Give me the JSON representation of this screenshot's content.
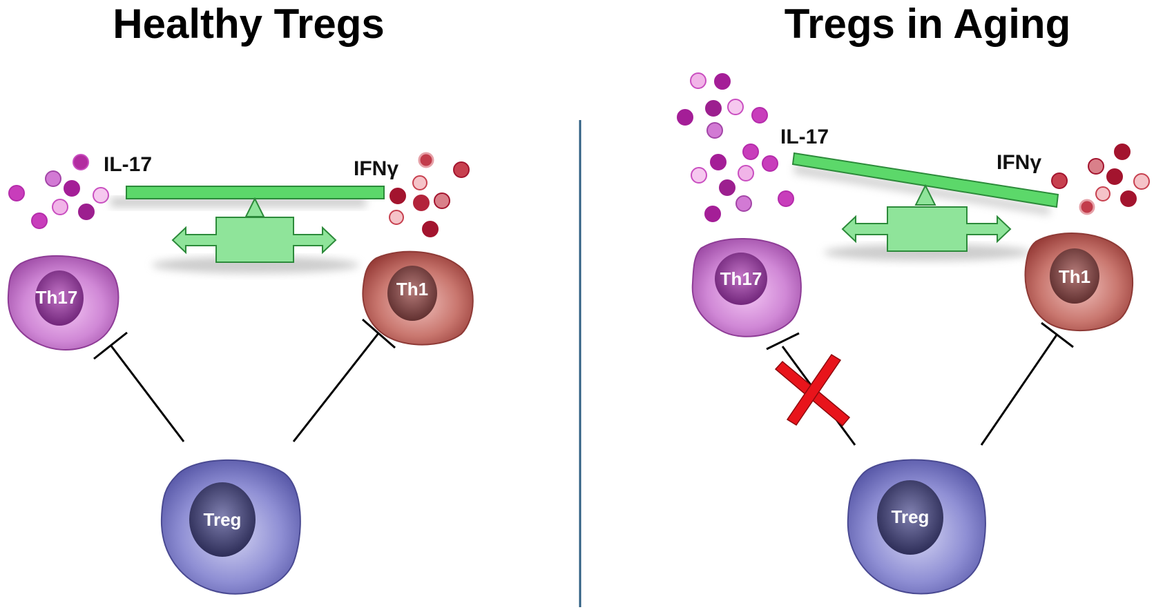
{
  "panels": {
    "left": {
      "title": "Healthy Tregs",
      "cytokine_left": "IL-17",
      "cytokine_right": "IFNγ",
      "cells": {
        "th17": "Th17",
        "th1": "Th1",
        "treg": "Treg"
      },
      "inhibition_blocked": false
    },
    "right": {
      "title": "Tregs in Aging",
      "cytokine_left": "IL-17",
      "cytokine_right": "IFNγ",
      "cells": {
        "th17": "Th17",
        "th1": "Th1",
        "treg": "Treg"
      },
      "inhibition_blocked": true
    }
  },
  "colors": {
    "th17": "#b05ab4",
    "th1": "#b0504e",
    "treg": "#6d6dbd",
    "balance": "#5cd86a",
    "blocked_x": "#e8141b",
    "divider": "#2f5f83",
    "il17_dots": [
      "#9c1f8f",
      "#c83dbb",
      "#d27ad4",
      "#f1b4e8"
    ],
    "ifng_dots": [
      "#a3142e",
      "#c7404f",
      "#d9808a",
      "#f5c3c8"
    ]
  }
}
